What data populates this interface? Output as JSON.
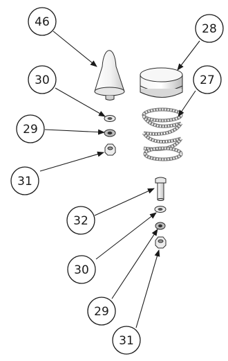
{
  "diagram": {
    "type": "exploded-parts-view",
    "colors": {
      "line": "#1a1a1a",
      "part_fill": "#f6f6f6",
      "part_shade": "#bdbdbd",
      "part_dark": "#8a8a8a",
      "background": "#ffffff"
    },
    "callouts": [
      {
        "label": "46"
      },
      {
        "label": "28"
      },
      {
        "label": "30"
      },
      {
        "label": "27"
      },
      {
        "label": "29"
      },
      {
        "label": "31"
      },
      {
        "label": "32"
      },
      {
        "label": "30"
      },
      {
        "label": "29"
      },
      {
        "label": "31"
      }
    ]
  }
}
